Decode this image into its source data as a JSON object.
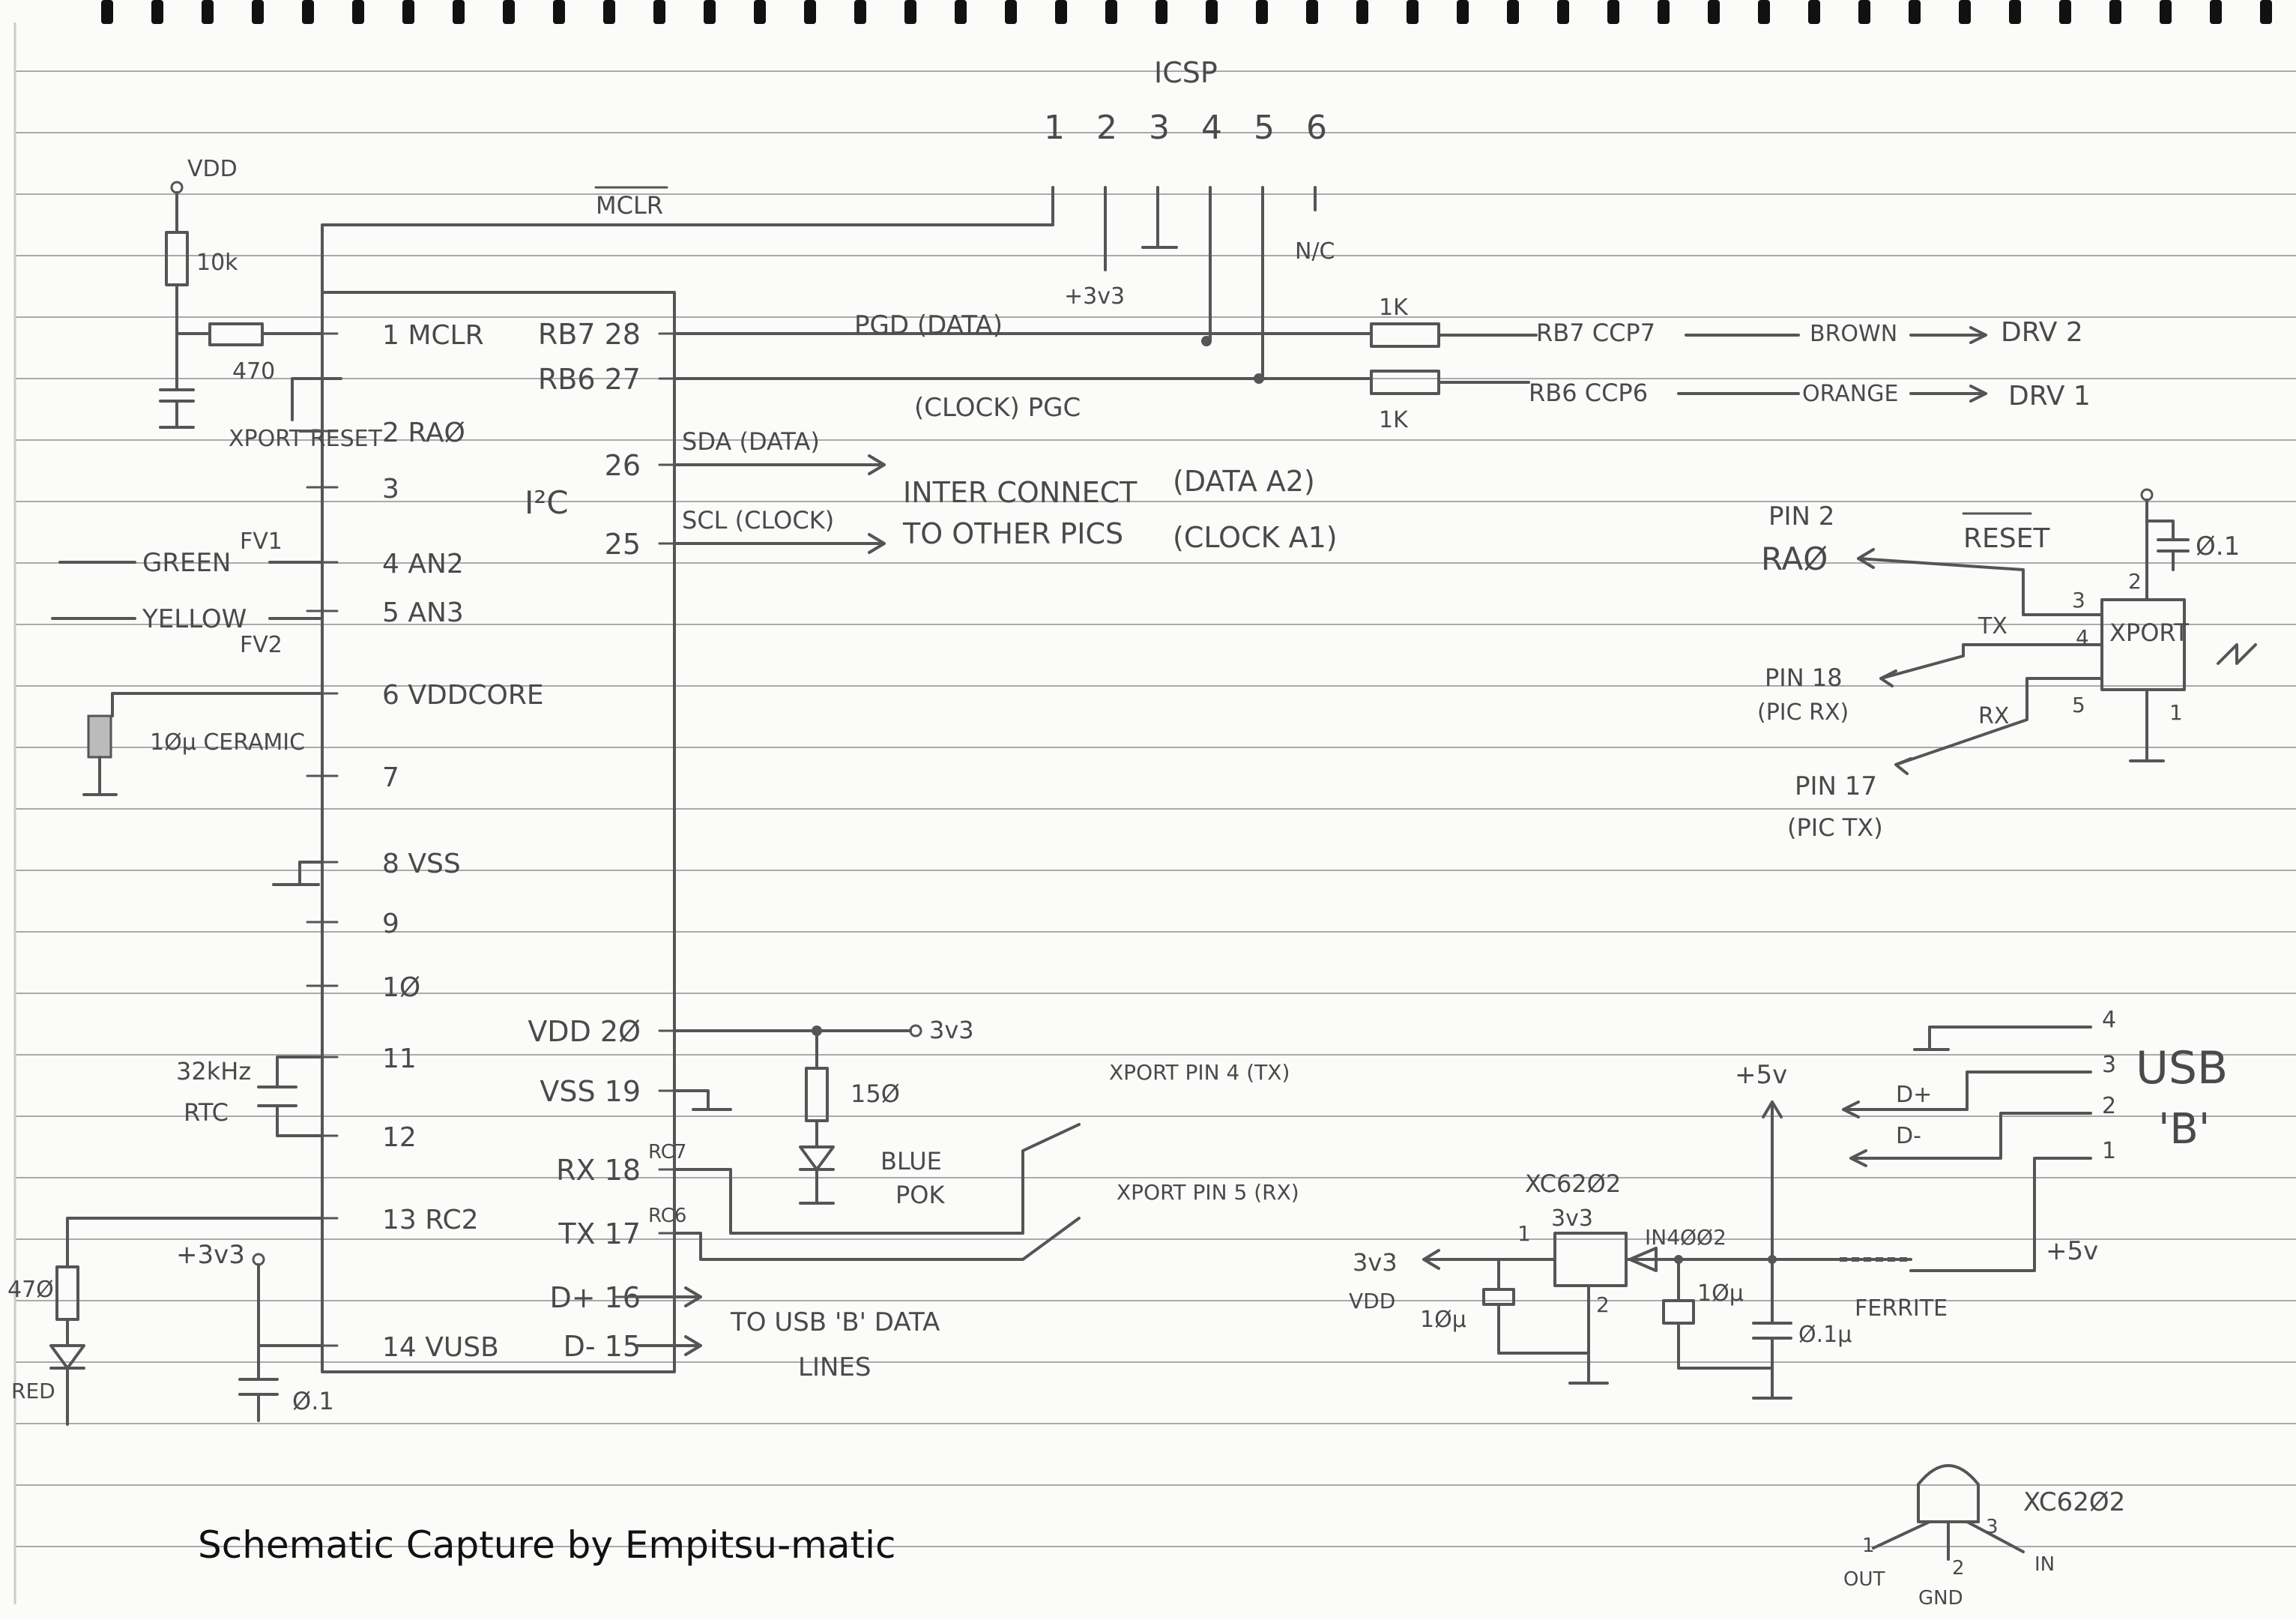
{
  "caption": "Schematic Capture by Empitsu-matic",
  "icsp": {
    "title": "ICSP",
    "pins": [
      "1",
      "2",
      "3",
      "4",
      "5",
      "6"
    ],
    "mclr": "MCLR",
    "v33": "+3v3",
    "nc": "N/C"
  },
  "power": {
    "vdd": "VDD",
    "r10k": "10k",
    "r470": "470",
    "xport_reset": "XPORT\nRESET"
  },
  "pic_left": [
    {
      "label": "1 MCLR"
    },
    {
      "label": "2 RAØ"
    },
    {
      "label": "3"
    },
    {
      "label": "4 AN2"
    },
    {
      "label": "5 AN3"
    },
    {
      "label": "6 VDDCORE"
    },
    {
      "label": "7"
    },
    {
      "label": "8 VSS"
    },
    {
      "label": "9"
    },
    {
      "label": "1Ø"
    },
    {
      "label": "11"
    },
    {
      "label": "12"
    },
    {
      "label": "13 RC2"
    },
    {
      "label": "14 VUSB"
    }
  ],
  "pic_right": [
    {
      "label": "RB7 28"
    },
    {
      "label": "RB6 27"
    },
    {
      "label": "26"
    },
    {
      "label": "25"
    },
    {
      "label": "VDD 2Ø"
    },
    {
      "label": "VSS 19"
    },
    {
      "label": "RX 18"
    },
    {
      "label": "TX 17"
    },
    {
      "label": "D+ 16"
    },
    {
      "label": "D- 15"
    }
  ],
  "inputs": {
    "green": "GREEN",
    "yellow": "YELLOW",
    "fv1": "FV1",
    "fv2": "FV2",
    "ceramic": "1Øµ CERAMIC"
  },
  "clock": {
    "crystal": "32kHz",
    "rtc": "RTC"
  },
  "led": {
    "r470": "47Ø",
    "red": "RED",
    "v33": "+3v3",
    "cap": "Ø.1"
  },
  "pgd": {
    "pgd": "PGD (DATA)",
    "pgc": "(CLOCK) PGC",
    "r1k_top": "1K",
    "r1k_bot": "1K",
    "rb7": "RB7 CCP7",
    "rb6": "RB6 CCP6",
    "brown": "BROWN",
    "orange": "ORANGE",
    "drv2": "DRV 2",
    "drv1": "DRV 1"
  },
  "i2c": {
    "label": "I²C",
    "sda": "SDA (DATA)",
    "scl": "SCL (CLOCK)",
    "inter1": "INTER CONNECT",
    "inter2": "TO OTHER PICS",
    "a2": "(DATA A2)",
    "a1": "(CLOCK A1)"
  },
  "bottom_right_pic": {
    "rc7": "RC7",
    "rc6": "RC6",
    "v33": "3v3",
    "r150": "15Ø",
    "blue": "BLUE",
    "pok": "POK",
    "xport_tx": "XPORT\nPIN 4\n(TX)",
    "xport_rx": "XPORT\nPIN 5\n(RX)",
    "usb_data": "TO USB 'B' DATA",
    "usb_data2": "LINES"
  },
  "xport": {
    "name": "XPORT",
    "reset": "RESET",
    "pin2": "PIN 2",
    "ra0": "RAØ",
    "tx": "TX",
    "rx": "RX",
    "pin18": "PIN 18",
    "pic_rx": "(PIC RX)",
    "pin17": "PIN 17",
    "pic_tx": "(PIC TX)",
    "cap": "Ø.1",
    "n3": "3",
    "n4": "4",
    "n5": "5",
    "n2": "2",
    "n1": "1"
  },
  "usb": {
    "title": "USB",
    "b": "'B'",
    "dplus": "D+",
    "dminus": "D-",
    "p4": "4",
    "p3": "3",
    "p2": "2",
    "p1": "1",
    "v5": "+5v",
    "v5b": "+5v"
  },
  "regulator": {
    "name": "XC62Ø2",
    "sub": "3v3",
    "p1": "1",
    "p2": "2",
    "v33": "3v3",
    "vdd": "VDD",
    "c10a": "1Øµ",
    "diode": "IN4ØØ2",
    "c10b": "1Øµ",
    "c01": "Ø.1µ",
    "ferrite": "FERRITE"
  },
  "pinout": {
    "name": "XC62Ø2",
    "out": "OUT",
    "gnd": "GND",
    "in": "IN",
    "p1": "1",
    "p2": "2",
    "p3": "3"
  }
}
